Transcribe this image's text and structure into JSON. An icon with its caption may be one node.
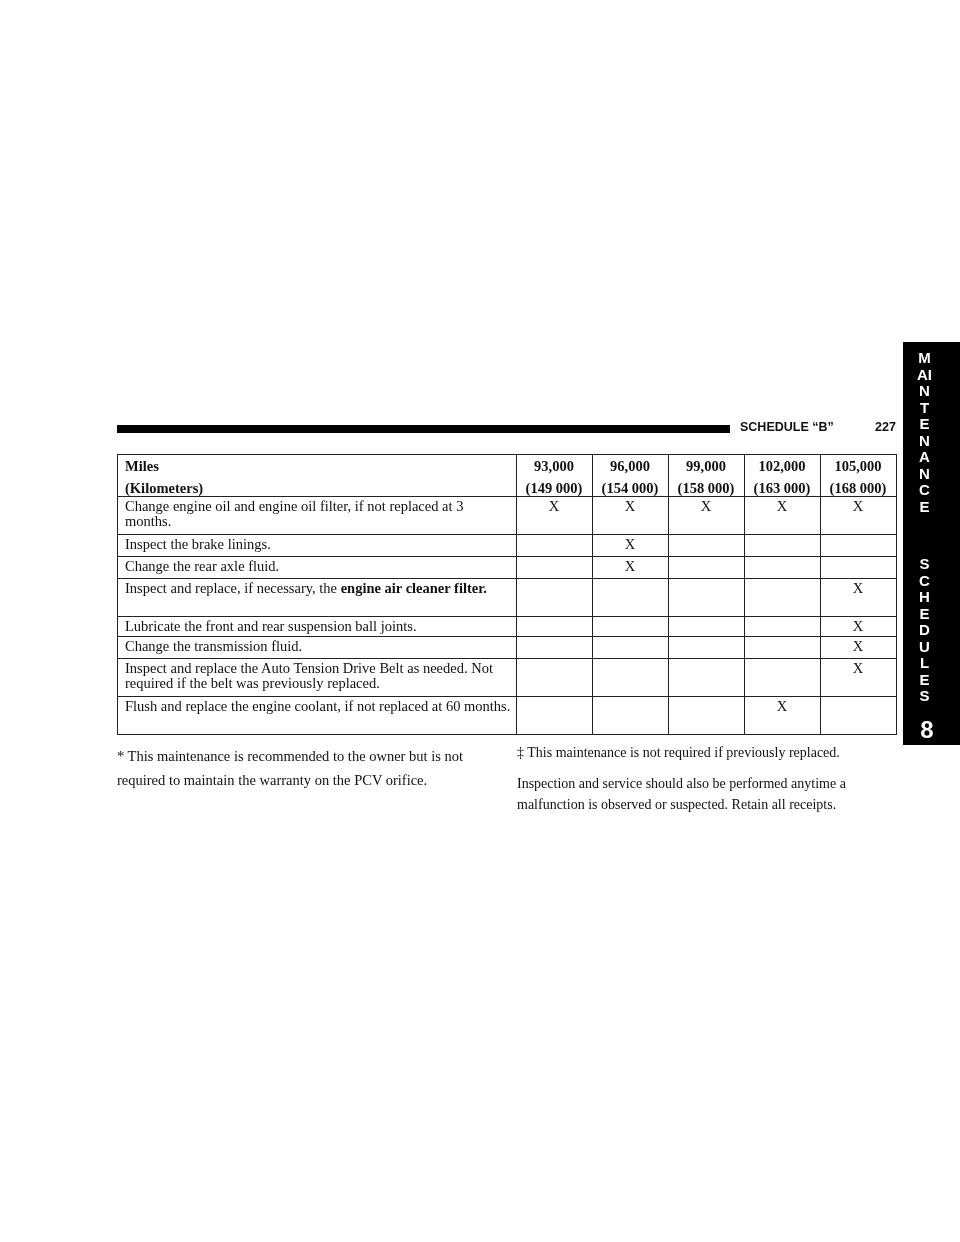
{
  "diagram": {
    "labels": [
      "SCHEDULE “B”",
      "227",
      "MAINTENANCE",
      "SCHEDULES",
      "8",
      "Miles",
      "(Kilometers)",
      "93,000",
      "(149 000)",
      "96,000",
      "(154 000)",
      "99,000",
      "(158 000)",
      "102,000",
      "(163 000)",
      "105,000",
      "(168 000)",
      "Change engine oil and engine oil filter, if not replaced at 3 months.",
      "X",
      "X",
      "X",
      "X",
      "X",
      "Inspect the brake linings.",
      "X",
      "Change the rear axle fluid.",
      "X",
      "Inspect and replace, if necessary, the **engine air cleaner filter.**",
      "X",
      "Lubricate the front and rear suspension ball joints.",
      "X",
      "Change the transmission fluid.",
      "X",
      "Inspect and replace the Auto Tension Drive Belt as needed. Not required if the belt was previously replaced.",
      "X",
      "Flush and replace the engine coolant, if not replaced at 60 months.",
      "X",
      "* This maintenance is recommended to the owner but is not required to maintain the warranty on the PCV orifice.",
      "‡ This maintenance is not required if previously replaced.",
      "Inspection and service should also be performed anytime a malfunction is observed or suspected. Retain all receipts."
    ]
  }
}
